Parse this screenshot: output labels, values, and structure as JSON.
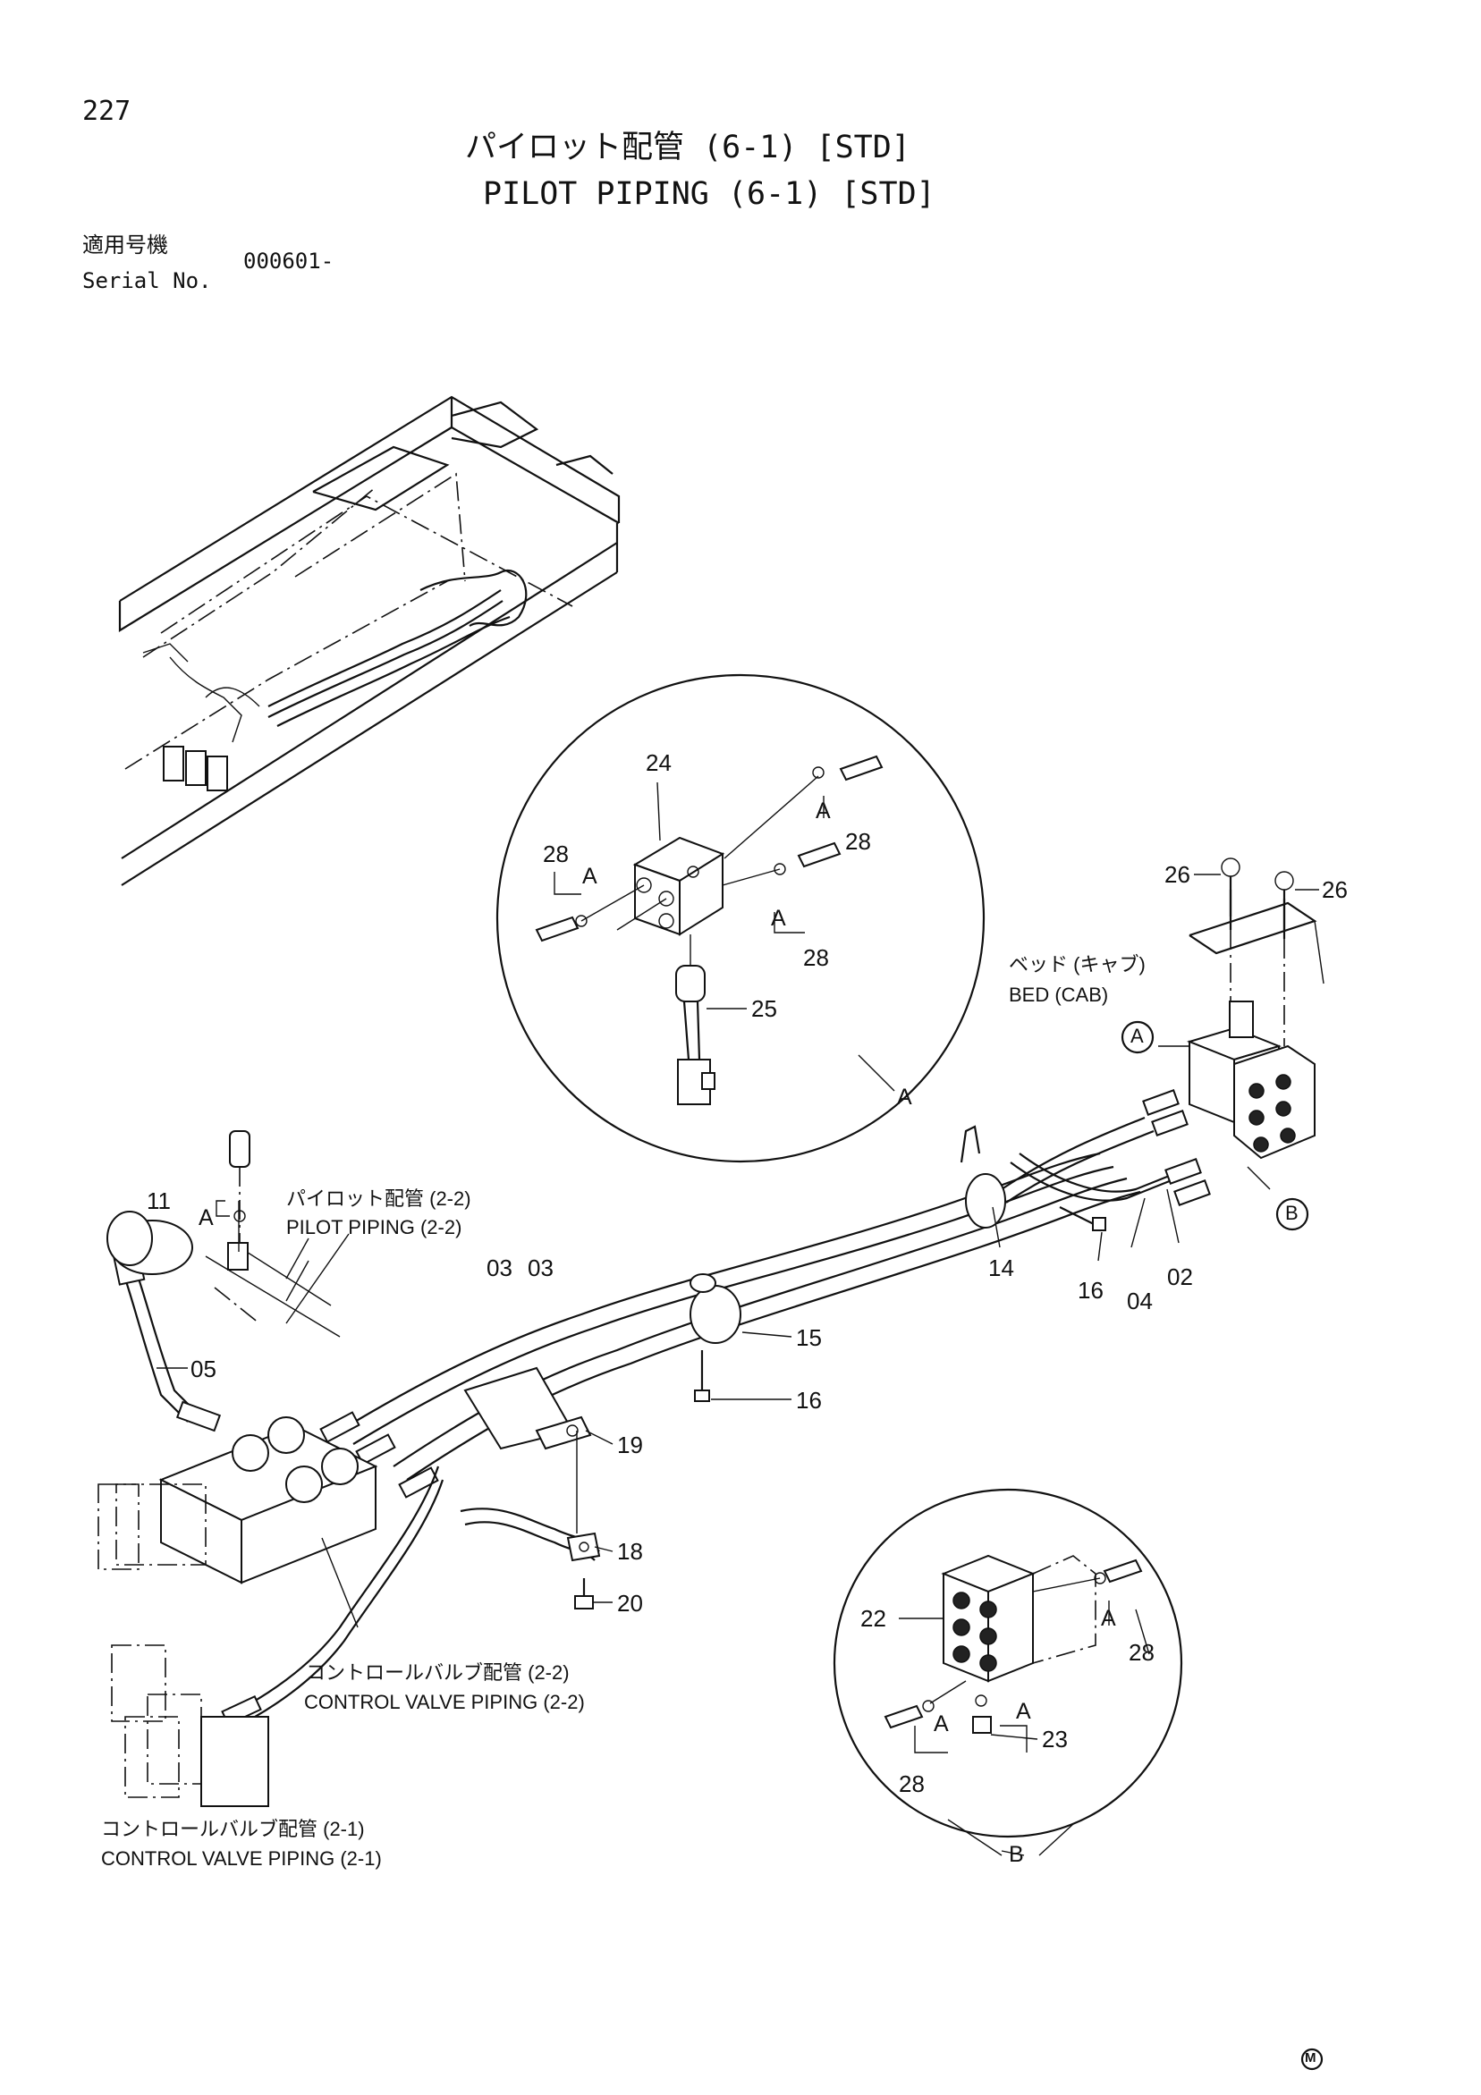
{
  "header": {
    "page_number": "227",
    "title_jp": "パイロット配管 (6-1) [STD]",
    "title_en": "PILOT PIPING (6-1) [STD]",
    "serial_label_jp": "適用号機",
    "serial_label_en": "Serial No.",
    "serial_value": "000601-"
  },
  "references": {
    "pilot_22_jp": "パイロット配管 (2-2)",
    "pilot_22_en": "PILOT PIPING (2-2)",
    "cv_22_jp": "コントロールバルブ配管 (2-2)",
    "cv_22_en": "CONTROL VALVE PIPING (2-2)",
    "cv_21_jp": "コントロールバルブ配管 (2-1)",
    "cv_21_en": "CONTROL VALVE PIPING (2-1)",
    "bed_jp": "ベッド (キャブ)",
    "bed_en": "BED (CAB)"
  },
  "detail_labels": {
    "a": "A",
    "b": "B"
  },
  "parts": {
    "p02": "02",
    "p03a": "03",
    "p03b": "03",
    "p04": "04",
    "p05": "05",
    "p11": "11",
    "p14": "14",
    "p15": "15",
    "p16a": "16",
    "p16b": "16",
    "p18": "18",
    "p19": "19",
    "p20": "20",
    "p22": "22",
    "p23": "23",
    "p24": "24",
    "p25": "25",
    "p26a": "26",
    "p26b": "26",
    "p28a": "28",
    "p28b": "28",
    "p28c": "28",
    "p28d": "28",
    "p28e": "28"
  },
  "footer": {
    "mark": "M"
  }
}
